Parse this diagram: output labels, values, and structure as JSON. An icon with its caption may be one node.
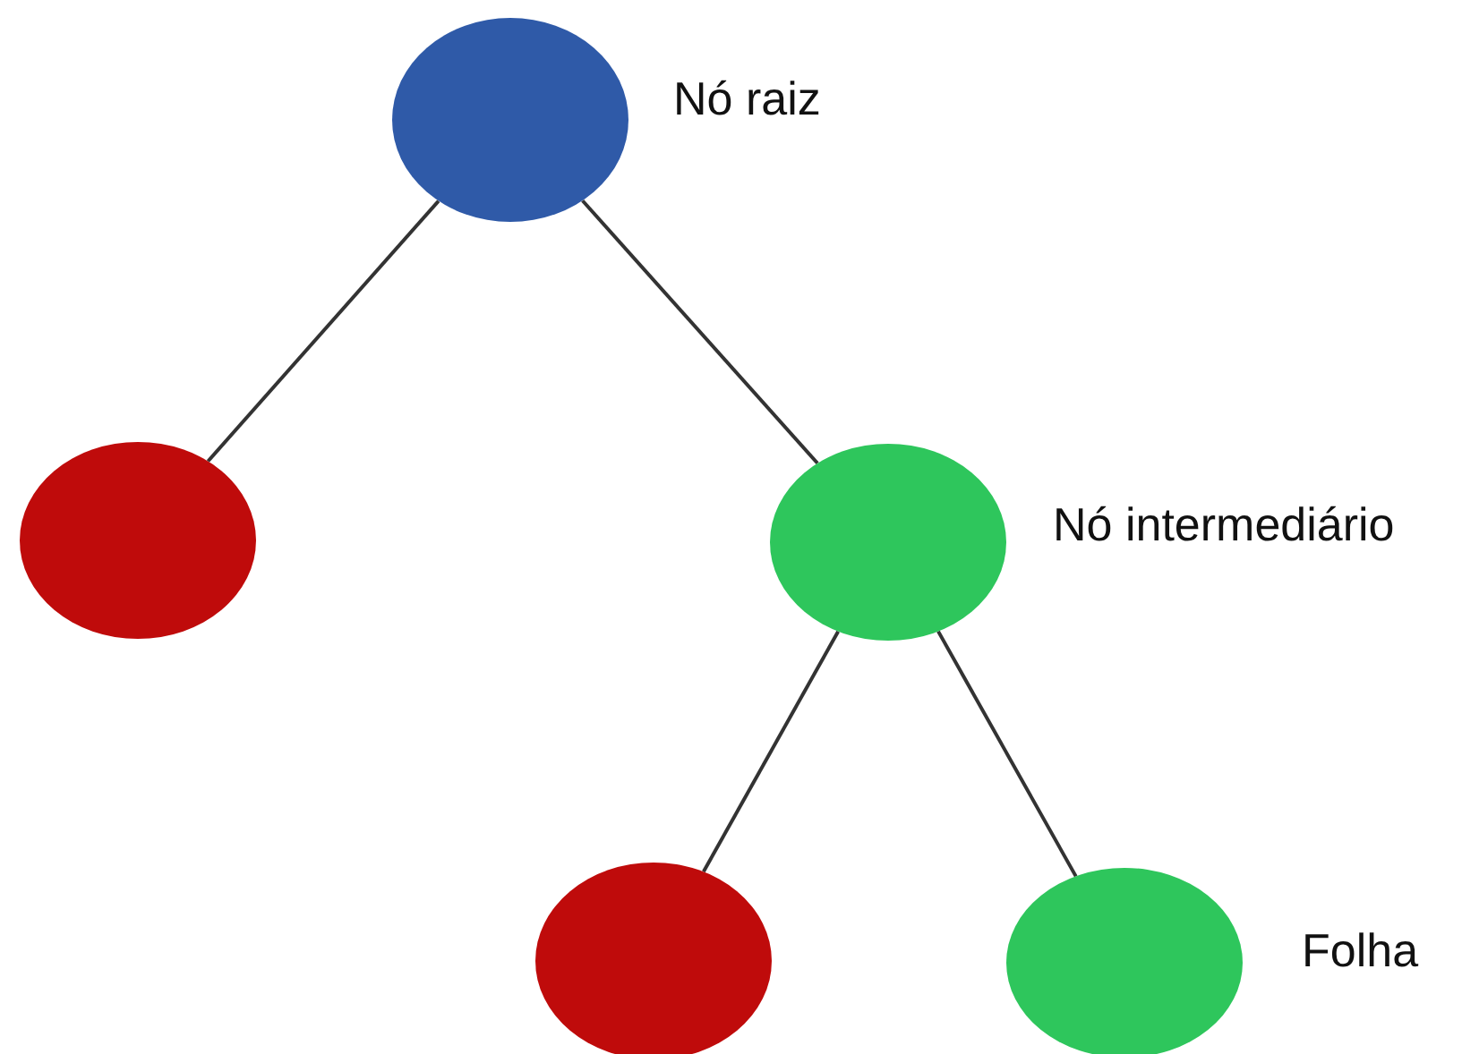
{
  "diagram": {
    "nodes": [
      {
        "text": [],
        "shape": "circle",
        "beside": [
          "Nó raiz"
        ]
      },
      {
        "text": [],
        "shape": "circle"
      },
      {
        "text": [],
        "shape": "circle",
        "beside": [
          "Nó intermediário"
        ]
      },
      {
        "text": [],
        "shape": "circle"
      },
      {
        "text": [],
        "shape": "circle",
        "beside": [
          "Folha"
        ]
      }
    ],
    "edges": [
      {
        "from": 0,
        "to": 1,
        "arrow": "none"
      },
      {
        "from": 0,
        "to": 2,
        "arrow": "none"
      },
      {
        "from": 2,
        "to": 3,
        "arrow": "none"
      },
      {
        "from": 2,
        "to": 4,
        "arrow": "none"
      }
    ]
  }
}
